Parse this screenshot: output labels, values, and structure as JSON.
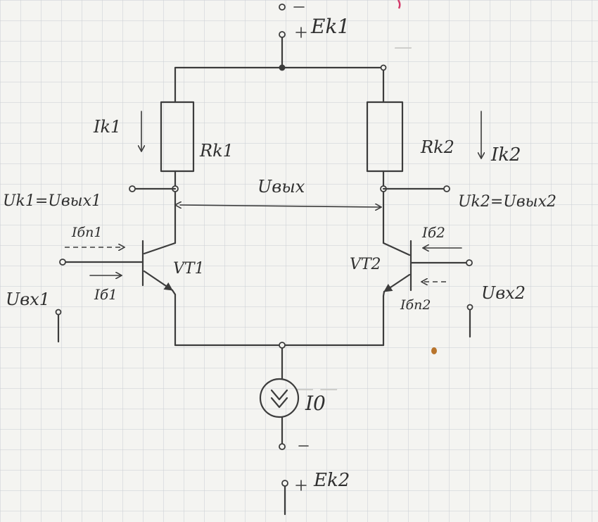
{
  "labels": {
    "ek1": "Ek1",
    "ek2": "Ek2",
    "ik1": "Ik1",
    "ik2": "Ik2",
    "rk1": "Rk1",
    "rk2": "Rk2",
    "uout": "Uвых",
    "uk1": "Uk1=Uвых1",
    "uk2": "Uk2=Uвых2",
    "ibp1": "Iбп1",
    "ib1": "Iб1",
    "ib2": "Iб2",
    "ibp2": "Iбп2",
    "vt1": "VT1",
    "vt2": "VT2",
    "ubx1": "Uвх1",
    "ubx2": "Uвх2",
    "i0": "I0"
  },
  "colors": {
    "ink": "#3c3c3c",
    "paper": "#f4f4f1",
    "grid": "#c9cdd3",
    "pink_mark": "#d33a6a",
    "brown_dot": "#b8742c"
  }
}
